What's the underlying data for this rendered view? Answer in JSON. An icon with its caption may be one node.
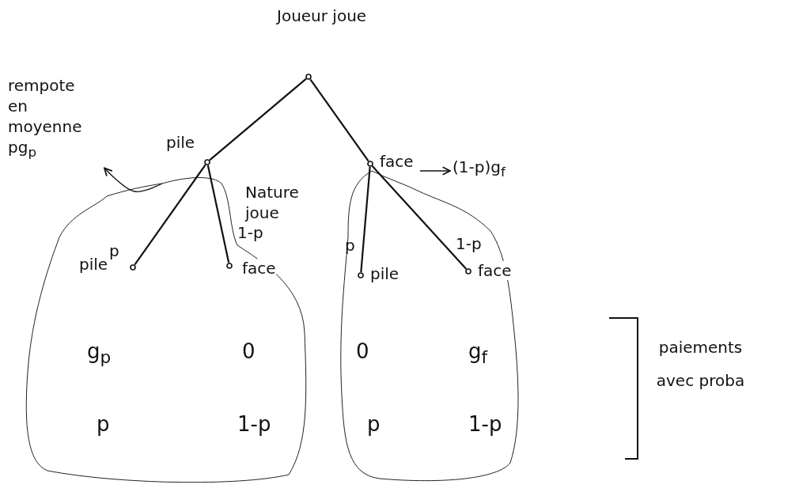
{
  "diagram": {
    "nodes": [
      {
        "text": [
          "Joueur joue"
        ]
      },
      {
        "text": [
          "pile"
        ]
      },
      {
        "text": [
          "face"
        ]
      },
      {
        "text": [],
        "shape": "cloud"
      },
      {
        "text": [
          "pile"
        ],
        "in": 3
      },
      {
        "text": [
          "face"
        ],
        "in": 3
      },
      {
        "text": [],
        "shape": "cloud"
      },
      {
        "text": [
          "pile"
        ],
        "in": 6
      },
      {
        "text": [
          "face"
        ],
        "in": 6
      },
      {
        "text": [
          "rempote en moyenne pg$_{p}$"
        ]
      },
      {
        "text": [
          "(1-p)g$_{f}$"
        ]
      }
    ],
    "edges": [
      {
        "from": 0,
        "to": 1,
        "arrow": "none"
      },
      {
        "from": 0,
        "to": 2,
        "arrow": "none"
      },
      {
        "from": 1,
        "to": 4,
        "arrow": "none",
        "label": "p"
      },
      {
        "from": 1,
        "to": 5,
        "arrow": "none",
        "label": "1-p"
      },
      {
        "from": 2,
        "to": 7,
        "arrow": "none",
        "label": "p"
      },
      {
        "from": 2,
        "to": 8,
        "arrow": "none",
        "label": "1-p"
      },
      {
        "from": 3,
        "to": 9,
        "arrow": "to"
      },
      {
        "from": 2,
        "to": 10,
        "arrow": "to"
      }
    ],
    "labels": [
      "Nature joue",
      "g$_{p}$",
      "0",
      "0",
      "g$_{f}$",
      "p",
      "1-p",
      "p",
      "1-p",
      "paiements avec proba"
    ]
  }
}
